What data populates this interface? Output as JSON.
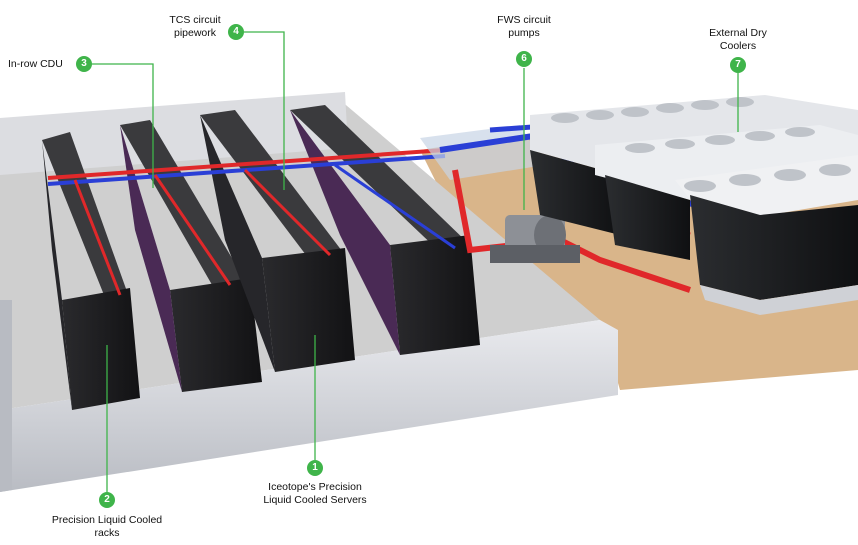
{
  "callouts": [
    {
      "num": "1",
      "label_lines": [
        "Iceotope's Precision",
        "Liquid Cooled Servers"
      ]
    },
    {
      "num": "2",
      "label_lines": [
        "Precision Liquid Cooled",
        "racks"
      ]
    },
    {
      "num": "3",
      "label_lines": [
        "In-row CDU"
      ]
    },
    {
      "num": "4",
      "label_lines": [
        "TCS circuit",
        "pipework"
      ]
    },
    {
      "num": "6",
      "label_lines": [
        "FWS circuit",
        "pumps"
      ]
    },
    {
      "num": "7",
      "label_lines": [
        "External Dry",
        "Coolers"
      ]
    }
  ],
  "colors": {
    "badge": "#3fb44a",
    "leader_line": "#3fb44a",
    "hot_pipe": "#e0282a",
    "cold_pipe": "#2a3fd6",
    "floor_hall": "#cfcfcf",
    "floor_plant": "#d9b58a",
    "rack": "#1c1c1c",
    "wall": "#c9ccd1"
  }
}
